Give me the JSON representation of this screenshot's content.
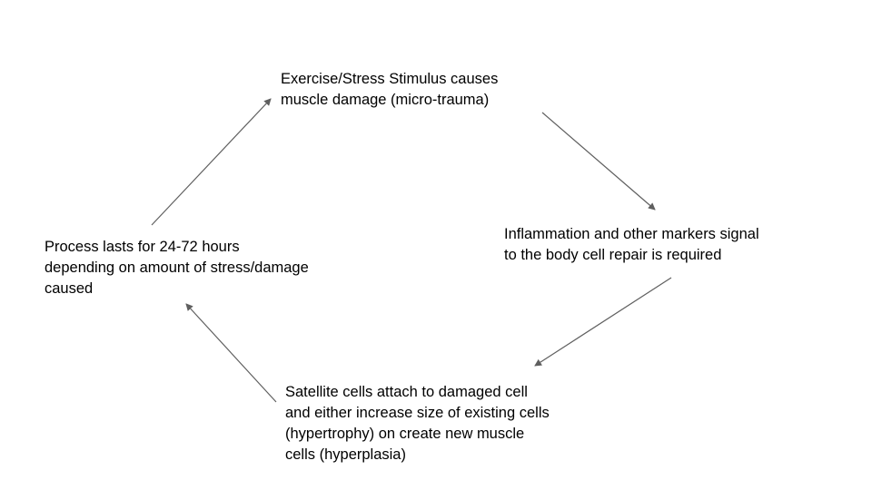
{
  "diagram": {
    "nodes": {
      "top": {
        "lines": [
          "Exercise/Stress Stimulus causes",
          "muscle damage (micro-trauma)"
        ]
      },
      "right": {
        "lines": [
          "Inflammation and other markers signal",
          "to the body cell repair is required"
        ]
      },
      "bottom": {
        "lines": [
          "Satellite cells attach to damaged cell",
          "and either increase size of existing cells",
          "(hypertrophy) on create new muscle",
          "cells (hyperplasia)"
        ]
      },
      "left": {
        "lines": [
          "Process lasts for 24-72 hours",
          "depending on amount of stress/damage",
          "caused"
        ]
      }
    },
    "edges": [
      {
        "from": "top",
        "to": "right"
      },
      {
        "from": "right",
        "to": "bottom"
      },
      {
        "from": "bottom",
        "to": "left"
      },
      {
        "from": "left",
        "to": "top"
      }
    ],
    "colors": {
      "text": "#000000",
      "arrow": "#5f5f5f",
      "background": "#ffffff"
    }
  }
}
